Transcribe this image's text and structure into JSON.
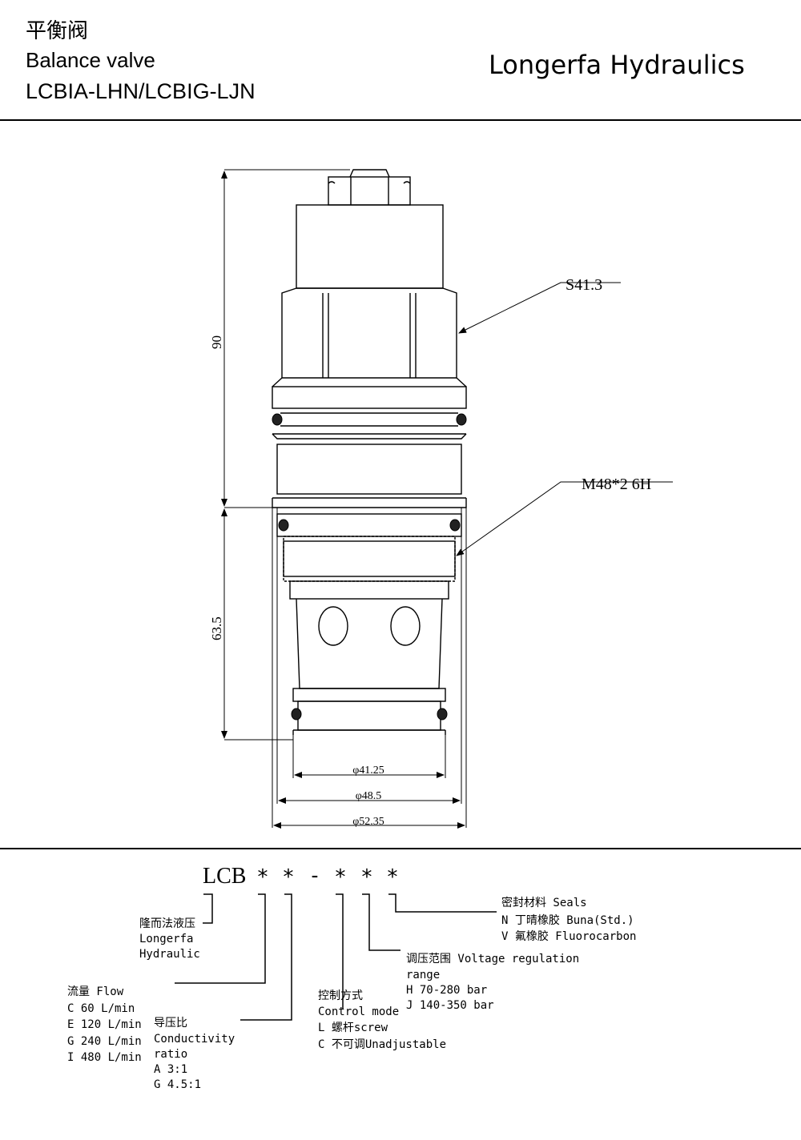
{
  "header": {
    "title_cn": "平衡阀",
    "title_en": "Balance valve",
    "model": "LCBIA-LHN/LCBIG-LJN",
    "brand": "Longerfa Hydraulics"
  },
  "drawing": {
    "callout_hex": "S41.3",
    "callout_thread": "M48*2 6H",
    "dim_height_total": "90",
    "dim_height_lower": "63.5",
    "dim_d1": "φ41.25",
    "dim_d2": "φ48.5",
    "dim_d3": "φ52.35"
  },
  "code": {
    "prefix": "LCB",
    "star": "*",
    "dash": "-",
    "maker_cn": "隆而法液压",
    "maker_en1": "Longerfa",
    "maker_en2": "Hydraulic",
    "flow_title": "流量 Flow",
    "flow_options": [
      "C 60 L/min",
      "E 120 L/min",
      "G 240 L/min",
      "I 480 L/min"
    ],
    "ratio_title_cn": "导压比",
    "ratio_title_en1": "Conductivity",
    "ratio_title_en2": "ratio",
    "ratio_options": [
      "A 3:1",
      "G 4.5:1"
    ],
    "control_title_cn": "控制方式",
    "control_title_en": "Control mode",
    "control_options": [
      "L 螺杆screw",
      "C 不可调Unadjustable"
    ],
    "pressure_title1": "调压范围 Voltage regulation",
    "pressure_title2": "range",
    "pressure_options": [
      "H 70-280 bar",
      "J 140-350 bar"
    ],
    "seals_title": "密封材料 Seals",
    "seals_options": [
      "N  丁晴橡胶 Buna(Std.)",
      "V  氟橡胶 Fluorocarbon"
    ]
  }
}
